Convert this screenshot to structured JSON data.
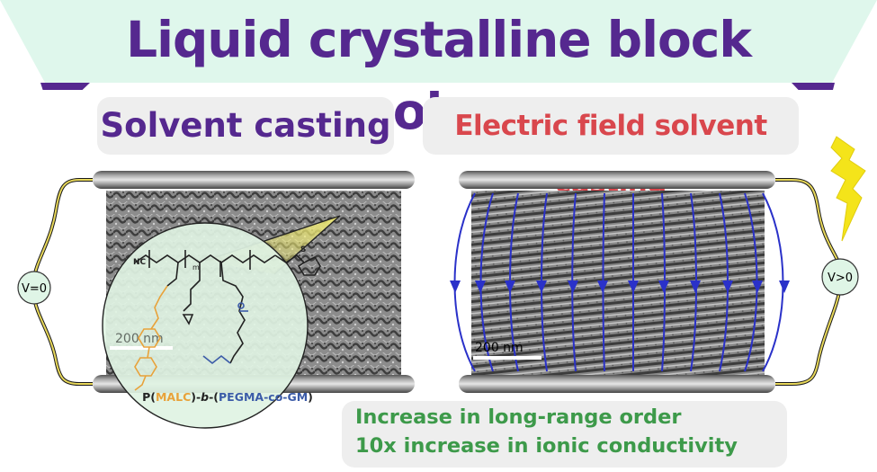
{
  "title": "Liquid crystalline block copolymer",
  "left_panel": {
    "label": "Solvent casting",
    "voltage": "V=0",
    "scale_bar": "200 nm"
  },
  "right_panel": {
    "label": "Electric field solvent casting",
    "voltage": "V>0",
    "scale_bar": "200 nm"
  },
  "polymer": {
    "prefix": "P(",
    "block1": "MALC",
    "mid": ")-",
    "b": "b",
    "mid2": "-(",
    "block2": "PEGMA",
    "co": "-co-",
    "block3": "GM",
    "suffix": ")",
    "nc_label": "NC",
    "m_label": "m",
    "s_label": "S"
  },
  "results": {
    "line1": "Increase in long-range order",
    "line2": "10x increase in ionic conductivity"
  },
  "colors": {
    "title": "#55288f",
    "left_label": "#55288f",
    "right_label": "#d9474d",
    "results": "#3d9a4a",
    "banner": "#dff7ec",
    "field_lines": "#2a31c9",
    "lightning": "#f4e41a"
  }
}
